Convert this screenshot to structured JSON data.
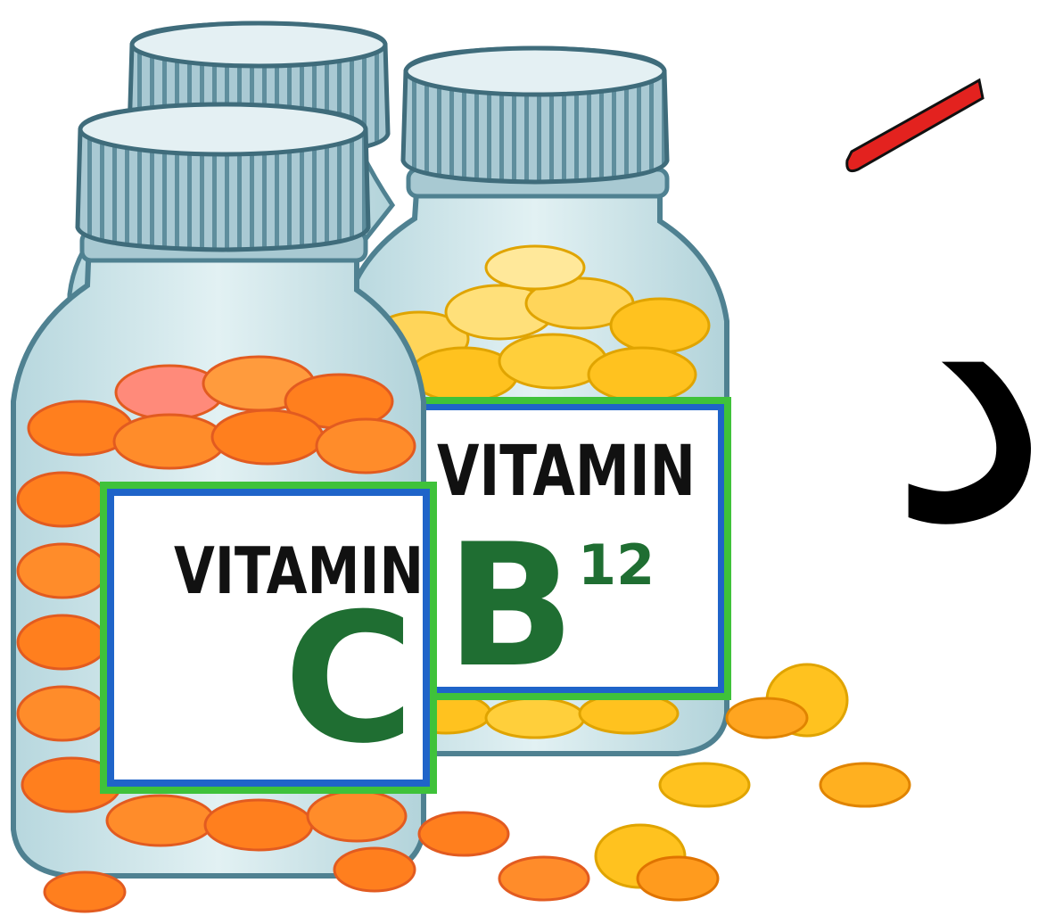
{
  "bottle_c": {
    "label_word": "VITAMIN",
    "label_letter": "C"
  },
  "bottle_b12": {
    "label_word": "VITAMIN",
    "label_letter": "B",
    "label_superscript": "12"
  },
  "arabic": {
    "letter": "د",
    "diacritic": "fatha"
  },
  "colors": {
    "cap_blue": "#8fb6c2",
    "cap_stripe": "#4e7f8f",
    "glass": "#cfe6ea",
    "glass_edge": "#4f8191",
    "pill_orange": "#ff7f1e",
    "pill_orange_light": "#ff9b3d",
    "pill_yellow": "#ffc21f",
    "pill_yellow_light": "#ffd55a",
    "label_border_blue": "#1f64c9",
    "label_border_green": "#3fc23a",
    "letter_green": "#1f6e32",
    "fatha_red": "#e3221f",
    "arabic_black": "#000000"
  }
}
